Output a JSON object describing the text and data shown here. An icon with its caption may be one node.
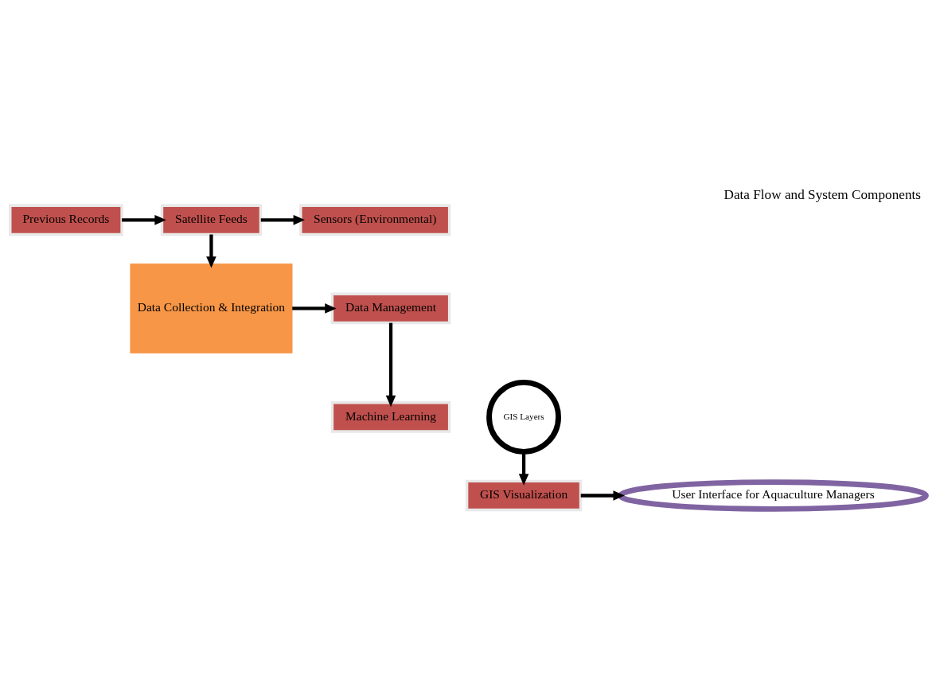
{
  "diagram": {
    "title": "Data Flow and System Components",
    "nodes": [
      {
        "text": [
          "Previous Records"
        ]
      },
      {
        "text": [
          "Satellite Feeds"
        ]
      },
      {
        "text": [
          "Sensors (Environmental)"
        ]
      },
      {
        "text": [
          "Data Collection & Integration"
        ]
      },
      {
        "text": [
          "Data Management"
        ]
      },
      {
        "text": [
          "Machine Learning"
        ]
      },
      {
        "text": [
          "GIS Layers"
        ]
      },
      {
        "text": [
          "GIS Visualization"
        ]
      },
      {
        "text": [
          "User Interface for Aquaculture Managers"
        ]
      }
    ],
    "edges": [
      {
        "from": 0,
        "to": 1,
        "arrow": "to"
      },
      {
        "from": 1,
        "to": 2,
        "arrow": "to"
      },
      {
        "from": 1,
        "to": 3,
        "arrow": "to"
      },
      {
        "from": 3,
        "to": 4,
        "arrow": "to"
      },
      {
        "from": 4,
        "to": 5,
        "arrow": "to"
      },
      {
        "from": 6,
        "to": 7,
        "arrow": "to"
      },
      {
        "from": 7,
        "to": 8,
        "arrow": "to"
      }
    ]
  }
}
